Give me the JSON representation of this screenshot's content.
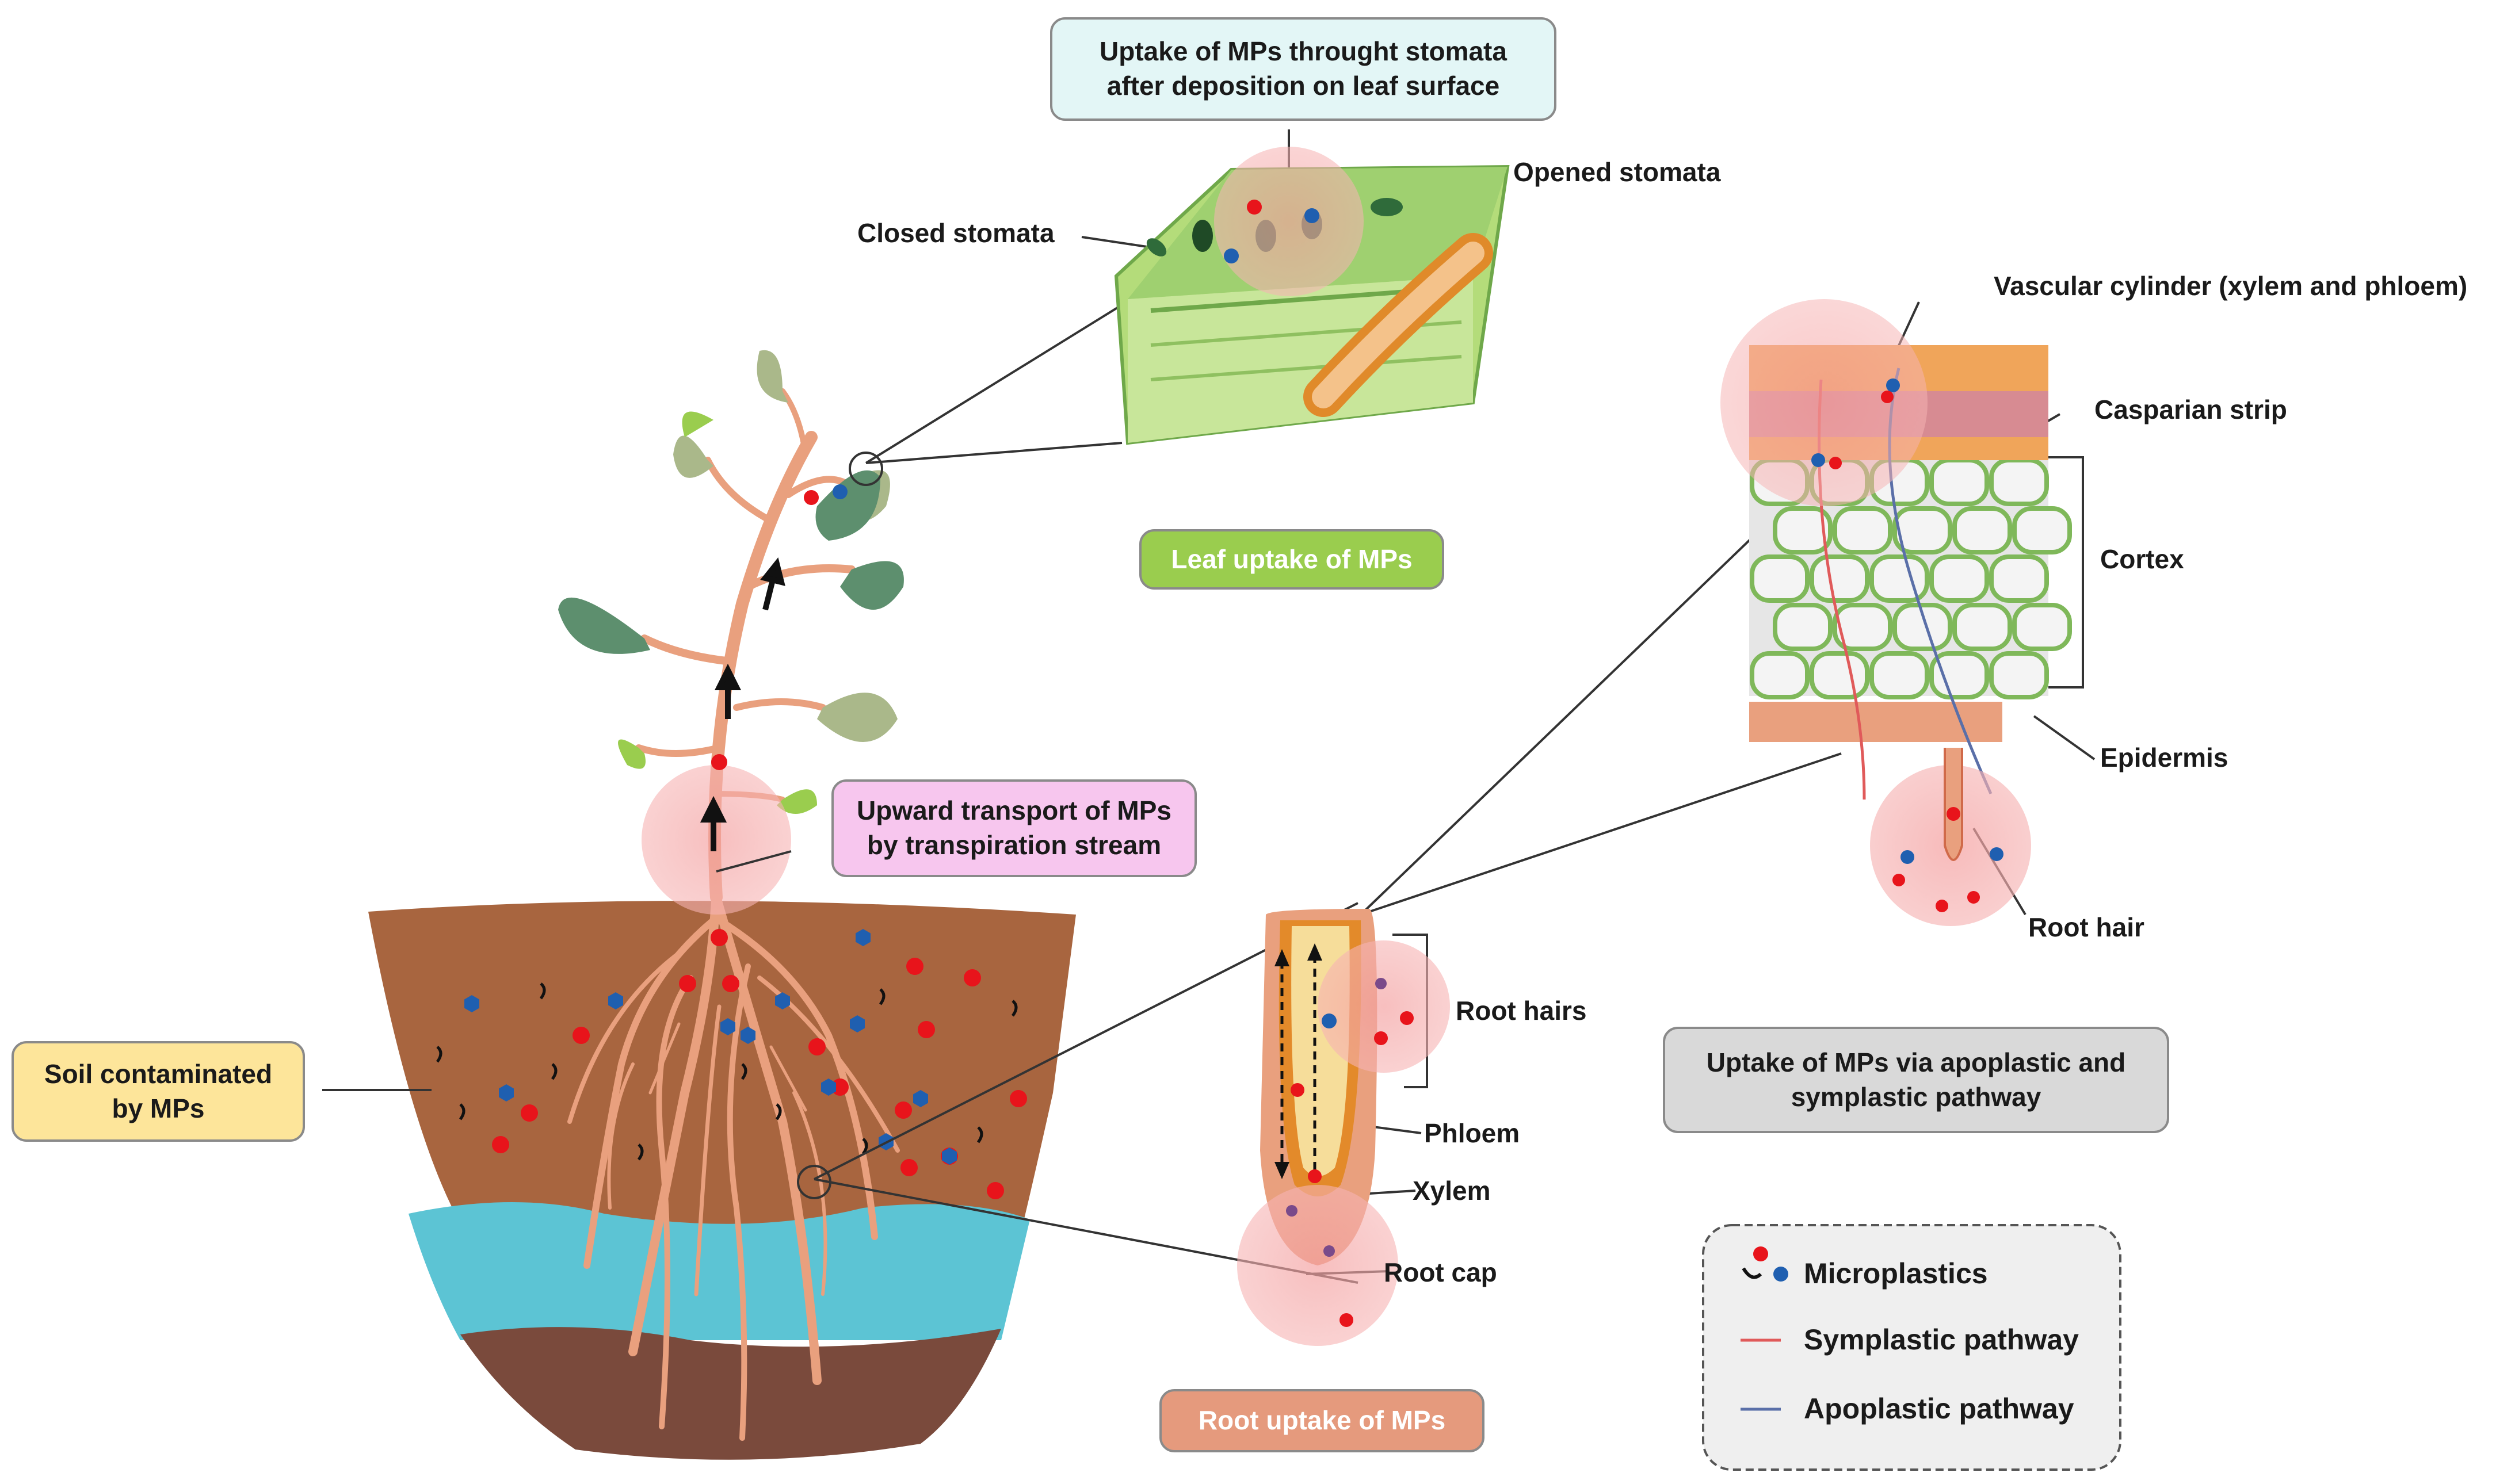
{
  "boxes": {
    "leaf_stomata_uptake": {
      "line1": "Uptake of MPs throught stomata",
      "line2": "after deposition on leaf surface",
      "bg": "#e3f6f6"
    },
    "leaf_uptake": {
      "text": "Leaf uptake of MPs",
      "bg": "#9acd4e"
    },
    "upward_transport": {
      "line1": "Upward transport of MPs",
      "line2": "by transpiration stream",
      "bg": "#f7c6ee"
    },
    "soil_contaminated": {
      "line1": "Soil contaminated",
      "line2": "by MPs",
      "bg": "#fde59a"
    },
    "root_uptake": {
      "text": "Root uptake of MPs",
      "bg": "#e59a7d"
    },
    "apoplastic_symplastic": {
      "line1": "Uptake of MPs via apoplastic and",
      "line2": "symplastic pathway",
      "bg": "#d9d9d9"
    }
  },
  "labels": {
    "closed_stomata": "Closed stomata",
    "opened_stomata": "Opened stomata",
    "vascular_cylinder": "Vascular cylinder (xylem and phloem)",
    "casparian_strip": "Casparian strip",
    "cortex": "Cortex",
    "epidermis": "Epidermis",
    "root_hair": "Root hair",
    "root_hairs": "Root hairs",
    "phloem": "Phloem",
    "xylem": "Xylem",
    "root_cap": "Root cap"
  },
  "legend": {
    "items": [
      {
        "label": "Microplastics",
        "symbol": "microplastics"
      },
      {
        "label": "Symplastic pathway",
        "symbol": "line",
        "color": "#e05a5a"
      },
      {
        "label": "Apoplastic pathway",
        "symbol": "line",
        "color": "#5a6fa8"
      }
    ]
  },
  "colors": {
    "mp_red": "#e8141b",
    "mp_blue": "#1f5fb0",
    "soil": "#a8653f",
    "water": "#5cc4d4",
    "deep_soil": "#7a4a3c",
    "root": "#e9a07e",
    "highlight": "#f6a9a9"
  }
}
